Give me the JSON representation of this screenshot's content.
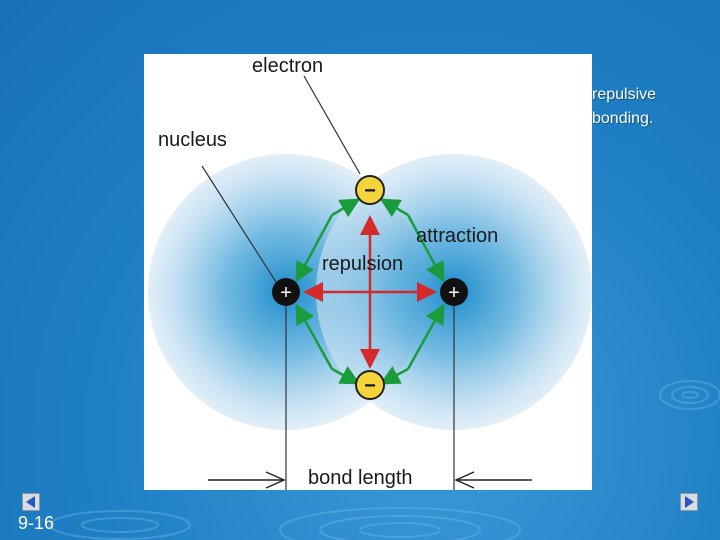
{
  "slide": {
    "text_line_1": "repulsive",
    "text_line_2": "bonding.",
    "page_number": "9-16"
  },
  "diagram": {
    "labels": {
      "electron": "electron",
      "nucleus": "nucleus",
      "attraction": "attraction",
      "repulsion": "repulsion",
      "bond_length": "bond length"
    },
    "nucleus_sign": "+",
    "electron_sign": "−"
  },
  "icons": {
    "prev": "triangle-left-icon",
    "next": "triangle-right-icon"
  },
  "colors": {
    "background": "#1f7fc4",
    "cloud": "#1c8ccc",
    "attraction_arrow": "#1a9b3c",
    "repulsion_arrow": "#d42a2a",
    "electron_fill": "#f5d33a",
    "nucleus_fill": "#111111"
  }
}
